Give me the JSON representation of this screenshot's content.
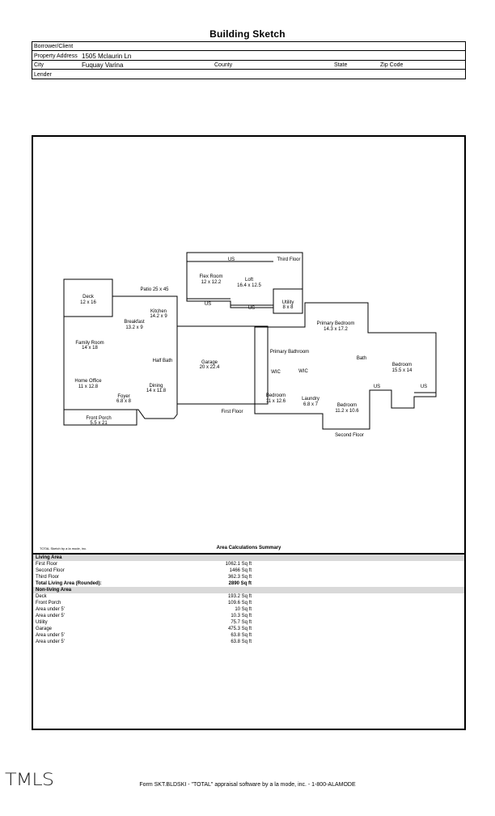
{
  "title": "Building Sketch",
  "header": {
    "borrower_label": "Borrower/Client",
    "borrower_value": "",
    "address_label": "Property Address",
    "address_value": "1505 Mclaurin Ln",
    "city_label": "City",
    "city_value": "Fuquay Varina",
    "county_label": "County",
    "state_label": "State",
    "zip_label": "Zip Code",
    "lender_label": "Lender"
  },
  "sketch": {
    "patio": "Patio 25 x 45",
    "deck_name": "Deck",
    "deck_dim": "12 x 16",
    "kitchen_name": "Kitchen",
    "kitchen_dim": "14.2 x 9",
    "breakfast_name": "Breakfast",
    "breakfast_dim": "13.2 x 9",
    "family_name": "Family Room",
    "family_dim": "14 x 18",
    "halfbath": "Half Bath",
    "office_name": "Home Office",
    "office_dim": "11 x 12.8",
    "dining_name": "Dining",
    "dining_dim": "14 x 11.8",
    "foyer_name": "Foyer",
    "foyer_dim": "6.8 x 8",
    "porch_name": "Front Porch",
    "porch_dim": "5.5 x 21",
    "garage_name": "Garage",
    "garage_dim": "20 x 22.4",
    "first_floor": "First Floor",
    "flex_name": "Flex Room",
    "flex_dim": "12 x 12.2",
    "loft_name": "Loft",
    "loft_dim": "16.4 x 12.5",
    "utility_name": "Utility",
    "utility_dim": "8 x 8",
    "third_floor": "Third Floor",
    "us": "US",
    "primary_bed_name": "Primary Bedroom",
    "primary_bed_dim": "14.3 x 17.2",
    "primary_bath": "Primary Bathroom",
    "bath": "Bath",
    "bed1_name": "Bedroom",
    "bed1_dim": "15.5 x 14",
    "wic": "WIC",
    "bed2_name": "Bedroom",
    "bed2_dim": "11 x 12.6",
    "laundry_name": "Laundry",
    "laundry_dim": "6.8 x 7",
    "bed3_name": "Bedroom",
    "bed3_dim": "11.2 x 10.6",
    "second_floor": "Second Floor"
  },
  "credit": "TOTAL Sketch by a la mode, inc.",
  "area_title": "Area Calculations Summary",
  "living_area": {
    "heading": "Living Area",
    "rows": [
      {
        "label": "First Floor",
        "value": "1062.1 Sq ft"
      },
      {
        "label": "Second Floor",
        "value": "1466 Sq ft"
      },
      {
        "label": "Third Floor",
        "value": "362.3 Sq ft"
      }
    ],
    "total_label": "Total Living Area (Rounded):",
    "total_value": "2890 Sq ft"
  },
  "non_living_area": {
    "heading": "Non-living Area",
    "rows": [
      {
        "label": "Deck",
        "value": "193.2 Sq ft"
      },
      {
        "label": "Front Porch",
        "value": "109.6 Sq ft"
      },
      {
        "label": "Area under 5'",
        "value": "10 Sq ft"
      },
      {
        "label": "Area under 5'",
        "value": "10.3 Sq ft"
      },
      {
        "label": "Utility",
        "value": "75.7 Sq ft"
      },
      {
        "label": "Garage",
        "value": "475.3 Sq ft"
      },
      {
        "label": "Area under 5'",
        "value": "63.8 Sq ft"
      },
      {
        "label": "Area under 5'",
        "value": "63.8 Sq ft"
      }
    ]
  },
  "logo": "TMLS",
  "footer": "Form SKT.BLDSKI - \"TOTAL\" appraisal software by a la mode, inc. - 1-800-ALAMODE"
}
